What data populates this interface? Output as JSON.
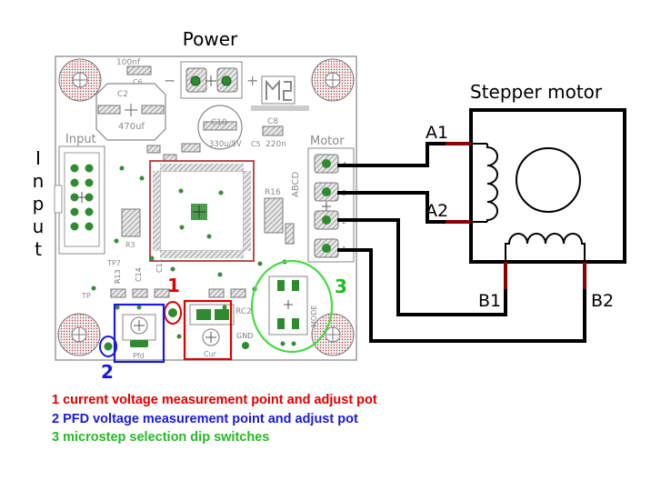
{
  "labels": {
    "power": "Power",
    "stepper_motor": "Stepper motor",
    "input_side": [
      "I",
      "n",
      "p",
      "u",
      "t"
    ],
    "a1": "A1",
    "a2": "A2",
    "b1": "B1",
    "b2": "B2"
  },
  "pcb_silk": {
    "input": "Input",
    "motor": "Motor",
    "c6": "100nf",
    "c6_ref": "C6",
    "c2": "C2",
    "c2_val": "470uf",
    "c10": "C10",
    "c10_val": "330u/5V",
    "c8": "C8",
    "c8_val": "220n",
    "c5": "C5",
    "abcd": "ABCD",
    "r16": "R16",
    "r3": "R3",
    "tp7": "TP7",
    "tp": "TP",
    "rc2": "RC2",
    "gnd": "GND",
    "pfd": "Pfd",
    "cur": "Cur",
    "mode": "MODE",
    "c14": "C14",
    "c11": "C11",
    "r13": "R13",
    "pin_numbers": [
      "4",
      "3",
      "2",
      "1"
    ],
    "plus": "+",
    "minus": "−"
  },
  "callouts": [
    {
      "number": "1",
      "color": "#e00000"
    },
    {
      "number": "2",
      "color": "#1a1adc"
    },
    {
      "number": "3",
      "color": "#22bb22"
    }
  ],
  "legend": [
    {
      "text": "1 current voltage measurement point and adjust pot",
      "color": "#e00000"
    },
    {
      "text": "2 PFD voltage measurement point and adjust pot",
      "color": "#1a1adc"
    },
    {
      "text": "3 microstep selection dip switches",
      "color": "#22bb22"
    }
  ],
  "colors": {
    "wire": "#000000",
    "motor_lead": "#8b0000",
    "pcb_outline": "#9a9a9a",
    "chip_outline": "#b03a3a",
    "pad_green": "#2e8b2e"
  }
}
